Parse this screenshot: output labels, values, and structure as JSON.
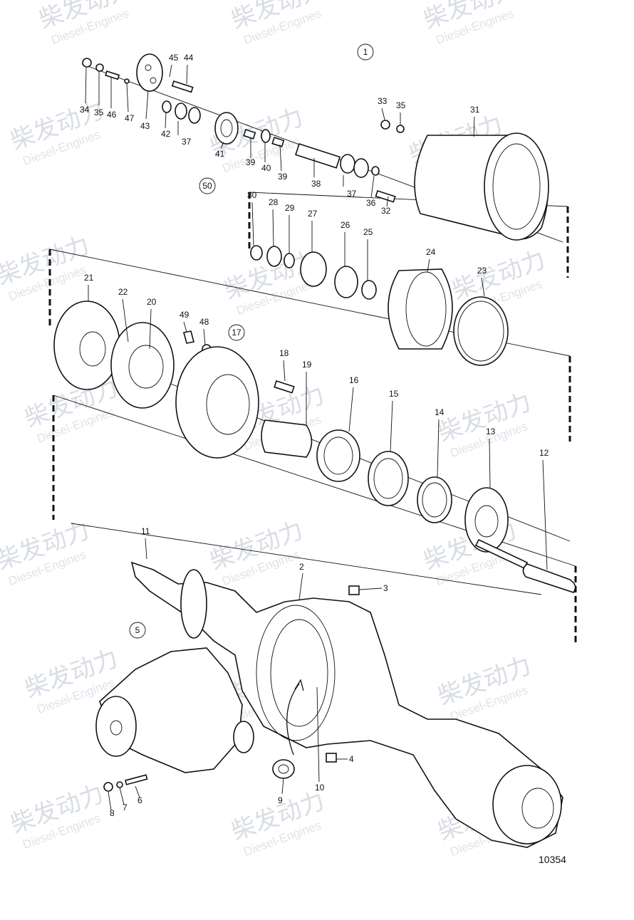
{
  "watermark": {
    "brand": "柴发动力",
    "sub": "Diesel-Engines"
  },
  "drawing_number": "10354",
  "group_labels": [
    "1",
    "50",
    "17",
    "5"
  ],
  "part_labels": [
    "2",
    "3",
    "4",
    "6",
    "7",
    "8",
    "9",
    "10",
    "11",
    "12",
    "13",
    "14",
    "15",
    "16",
    "18",
    "19",
    "20",
    "21",
    "22",
    "23",
    "24",
    "25",
    "26",
    "27",
    "28",
    "29",
    "30",
    "31",
    "32",
    "33",
    "34",
    "35",
    "35",
    "36",
    "37",
    "37",
    "38",
    "39",
    "39",
    "40",
    "41",
    "42",
    "43",
    "44",
    "45",
    "46",
    "47",
    "48",
    "49"
  ]
}
